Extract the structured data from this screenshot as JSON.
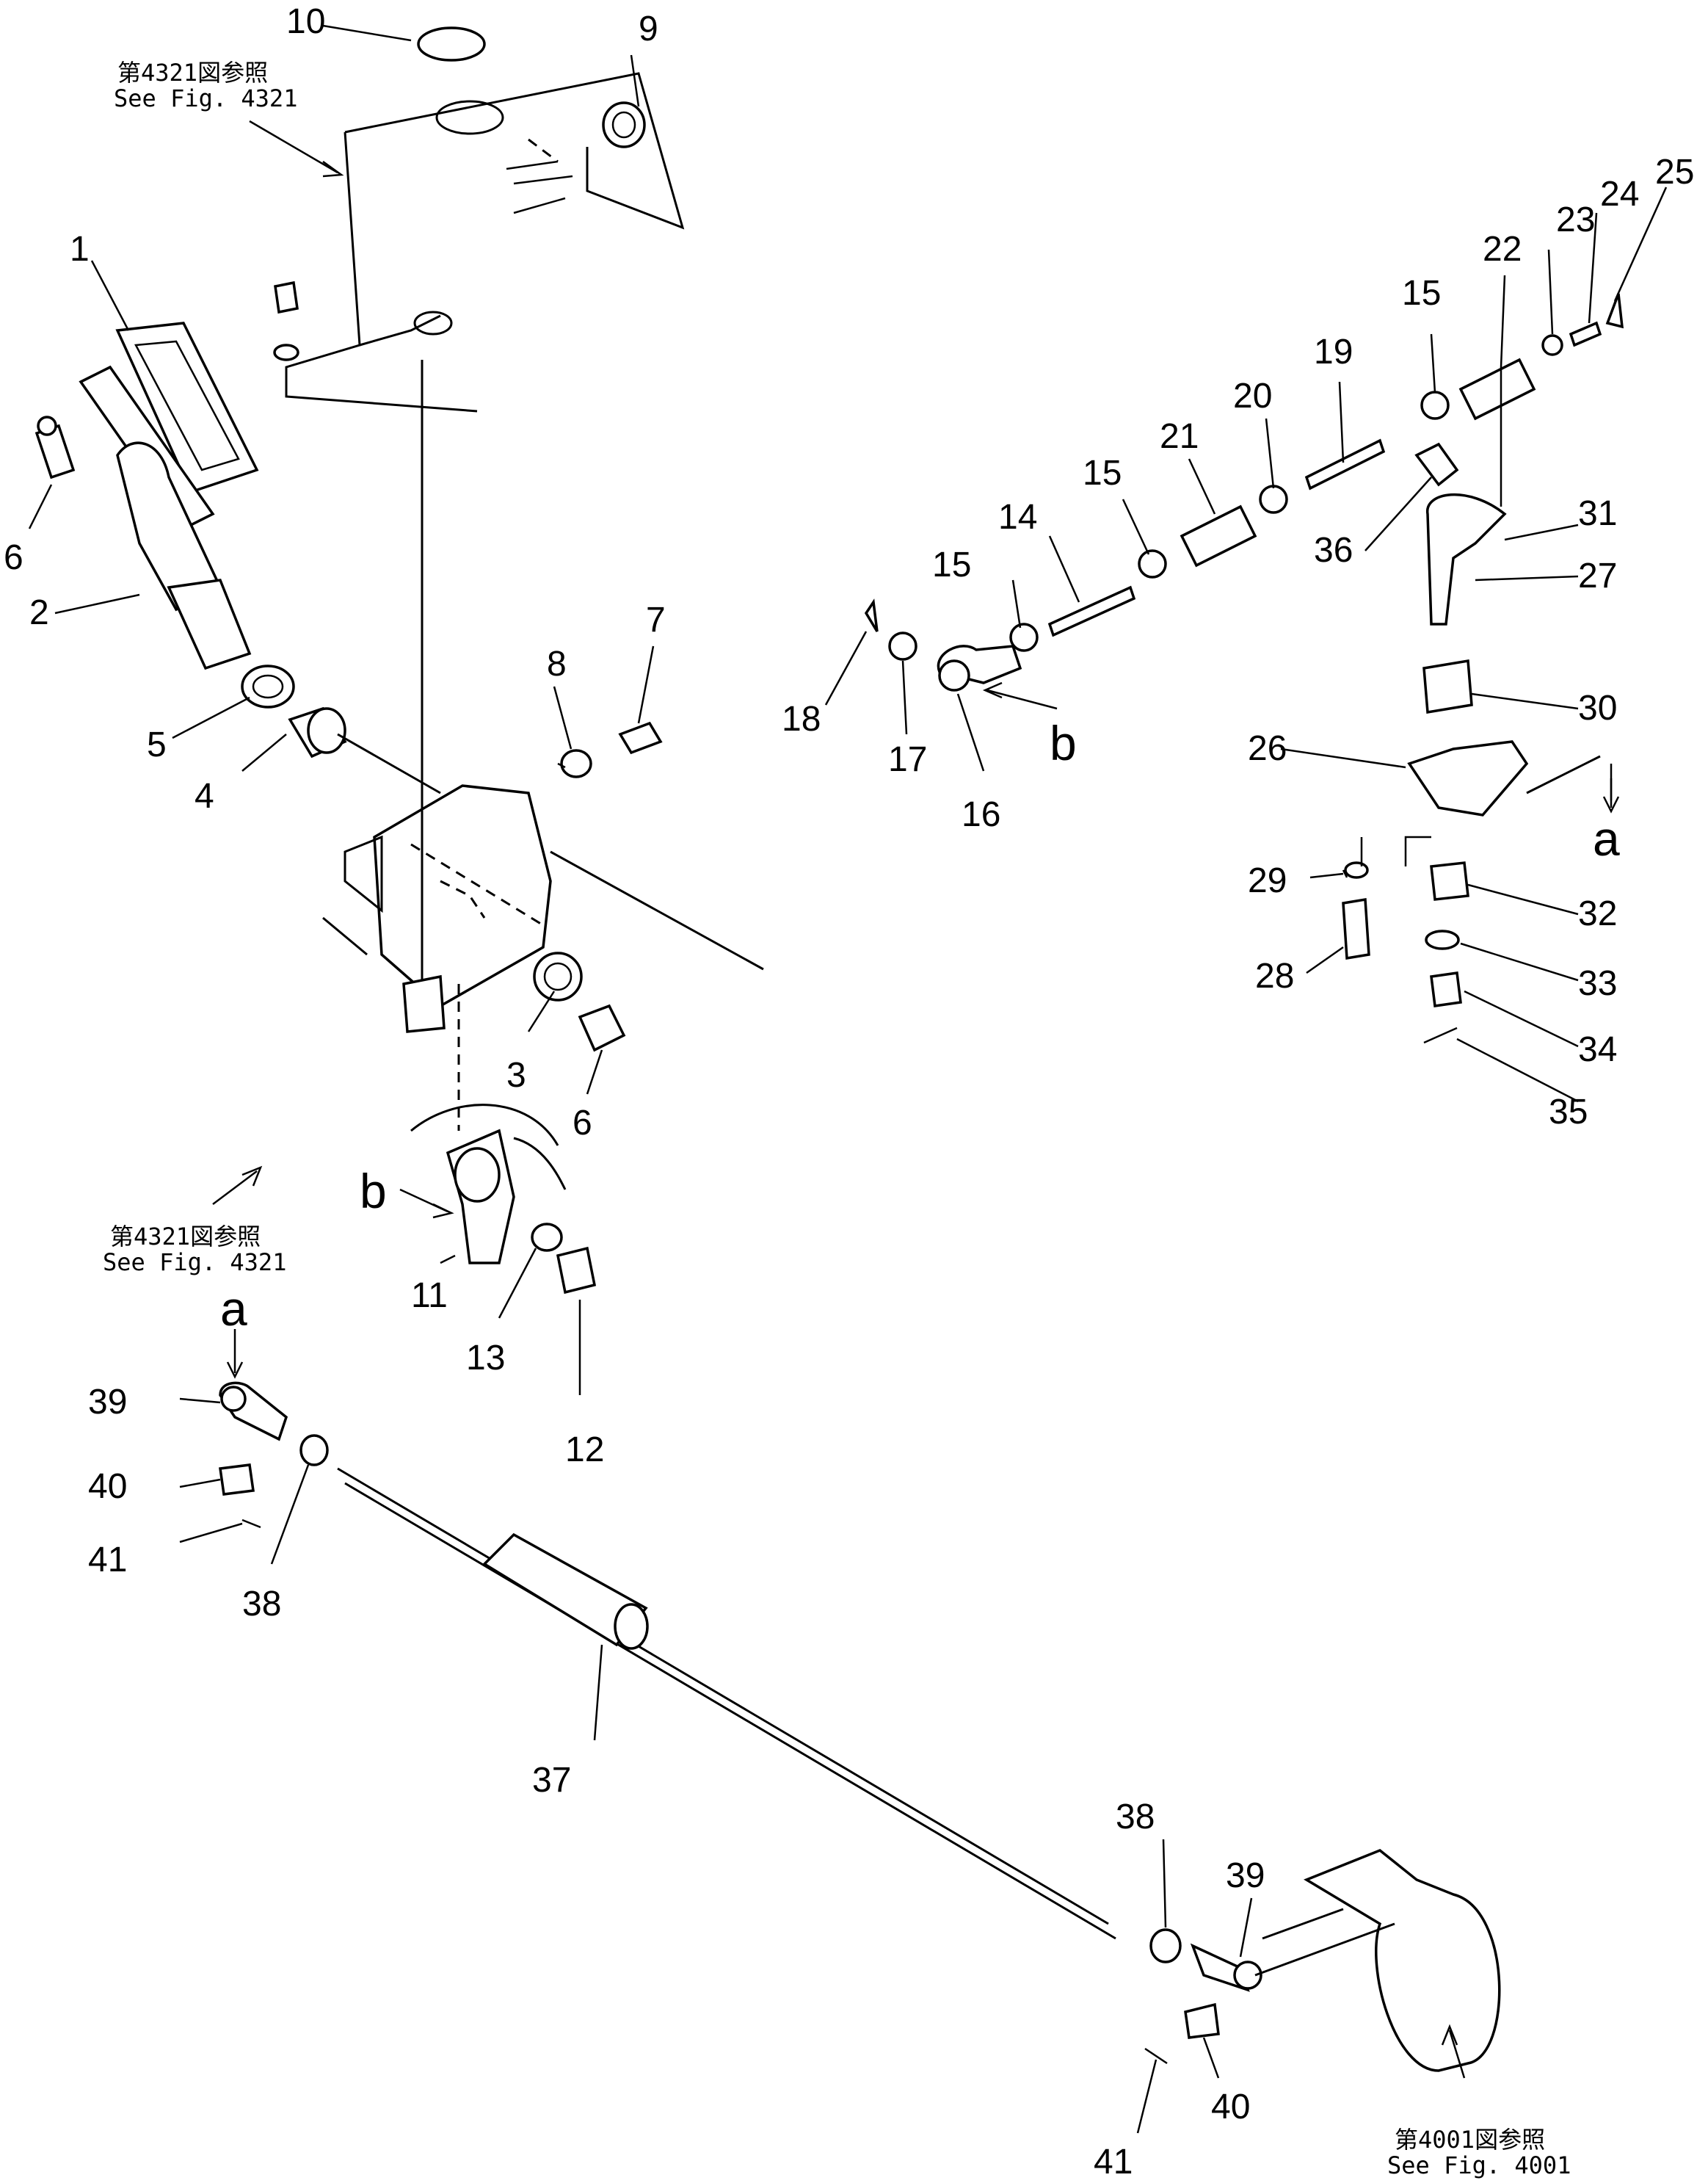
{
  "diagram": {
    "part_numbers": [
      "1",
      "2",
      "3",
      "4",
      "5",
      "6",
      "7",
      "8",
      "9",
      "10",
      "11",
      "12",
      "13",
      "14",
      "15",
      "16",
      "17",
      "18",
      "19",
      "20",
      "21",
      "22",
      "23",
      "24",
      "25",
      "26",
      "27",
      "28",
      "29",
      "30",
      "31",
      "32",
      "33",
      "34",
      "35",
      "36",
      "37",
      "38",
      "39",
      "40",
      "41"
    ],
    "view_markers": {
      "a": "a",
      "b": "b"
    },
    "references": {
      "ref_4321_top": {
        "jp": "第4321図参照",
        "en": "See Fig. 4321"
      },
      "ref_4321_mid": {
        "jp": "第4321図参照",
        "en": "See Fig. 4321"
      },
      "ref_4001": {
        "jp": "第4001図参照",
        "en": "See Fig. 4001"
      }
    }
  }
}
